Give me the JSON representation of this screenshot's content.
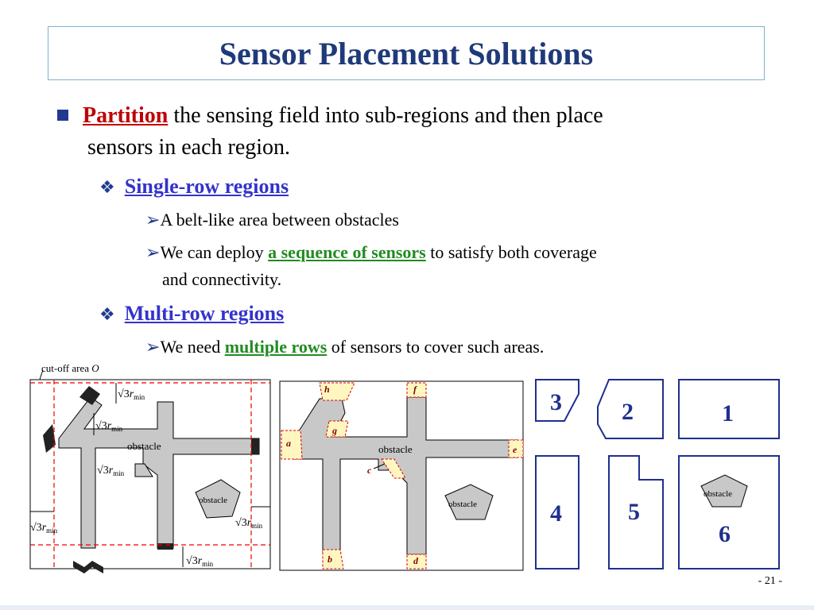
{
  "title": "Sensor Placement Solutions",
  "bullet1": {
    "highlight": "Partition",
    "line1_rest": " the sensing field into sub-regions and then place",
    "line2": "sensors in each region."
  },
  "sub1": {
    "label": "Single-row regions",
    "items": [
      {
        "text": "A belt-like area between obstacles"
      },
      {
        "pre": "We can deploy ",
        "highlight": "a sequence of sensors",
        "post": " to satisfy both coverage",
        "cont": "and connectivity."
      }
    ]
  },
  "sub2": {
    "label": "Multi-row regions",
    "items": [
      {
        "pre": "We need ",
        "highlight": "multiple rows",
        "post": " of sensors to cover such areas."
      }
    ]
  },
  "fig_left": {
    "cutoff_label": "cut-off area ",
    "cutoff_o": "O",
    "obstacle_label": "obstacle",
    "obstacle2_label": "obstacle",
    "sqrt3": "3",
    "r": "r",
    "min": "min"
  },
  "fig_mid": {
    "obstacle_label": "obstacle",
    "obstacle2_label": "obstacle",
    "letters": [
      "h",
      "f",
      "a",
      "g",
      "e",
      "c",
      "b",
      "d"
    ]
  },
  "fig_right": {
    "regions": [
      "3",
      "2",
      "1",
      "4",
      "5",
      "6"
    ],
    "obstacle_label": "obstacle"
  },
  "page_number": "- 21 -"
}
